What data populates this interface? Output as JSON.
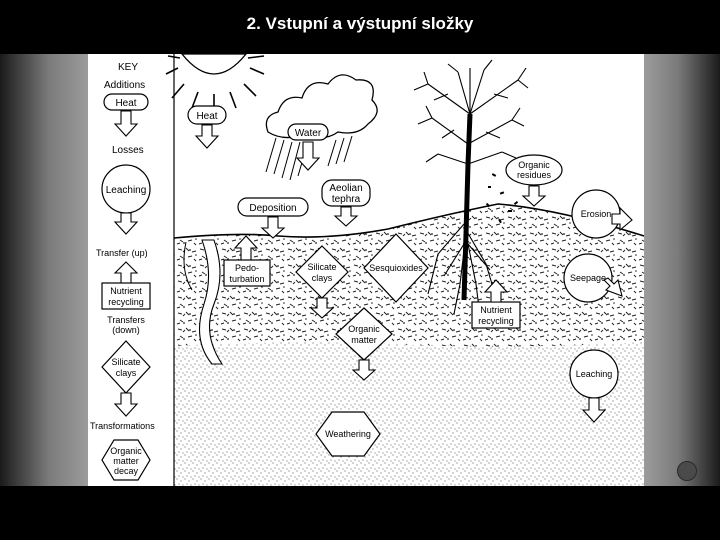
{
  "slide": {
    "title": "2. Vstupní a výstupní složky"
  },
  "key": {
    "heading": "KEY",
    "additions": "Additions",
    "heat_example": "Heat",
    "losses": "Losses",
    "leaching_example": "Leaching",
    "transfer_up": "Transfer (up)",
    "nutrient_line1": "Nutrient",
    "nutrient_line2": "recycling",
    "transfers_down_line1": "Transfers",
    "transfers_down_line2": "(down)",
    "silicate_line1": "Silicate",
    "silicate_line2": "clays",
    "transformations": "Transformations",
    "omd_line1": "Organic",
    "omd_line2": "matter",
    "omd_line3": "decay"
  },
  "diagram": {
    "heat": "Heat",
    "water": "Water",
    "organic_residues_line1": "Organic",
    "organic_residues_line2": "residues",
    "deposition": "Deposition",
    "aeolian_line1": "Aeolian",
    "aeolian_line2": "tephra",
    "erosion": "Erosion",
    "pedo_line1": "Pedo-",
    "pedo_line2": "turbation",
    "silicate_line1": "Silicate",
    "silicate_line2": "clays",
    "sesquioxides": "Sesquioxides",
    "seepage": "Seepage",
    "organic_matter_line1": "Organic",
    "organic_matter_line2": "matter",
    "nutrient_line1": "Nutrient",
    "nutrient_line2": "recycling",
    "leaching": "Leaching",
    "weathering": "Weathering"
  }
}
